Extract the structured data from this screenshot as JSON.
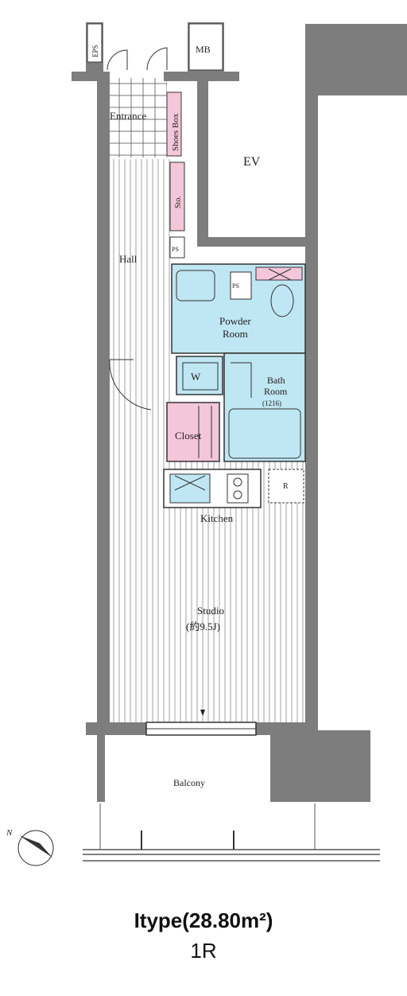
{
  "rooms": {
    "eps": "EPS",
    "mb": "MB",
    "entrance": "Entrance",
    "shoes_box": "Shoes Box",
    "ev": "EV",
    "storage": "Sto.",
    "ps_hall": "PS",
    "hall": "Hall",
    "ps_powder": "PS",
    "powder_room_line1": "Powder",
    "powder_room_line2": "Room",
    "washer": "W",
    "bath_line1": "Bath",
    "bath_line2": "Room",
    "bath_size": "(1216)",
    "closet": "Closet",
    "refrigerator": "R",
    "kitchen": "Kitchen",
    "studio": "Studio",
    "studio_size": "(約9.5J)",
    "balcony": "Balcony",
    "north": "N"
  },
  "caption": {
    "type_line": "Itype(28.80m²)",
    "layout": "1R"
  },
  "colors": {
    "wall": "#7d7d7d",
    "wet_area": "#bfe6f3",
    "closet": "#f3c6d9",
    "line": "#333333"
  }
}
